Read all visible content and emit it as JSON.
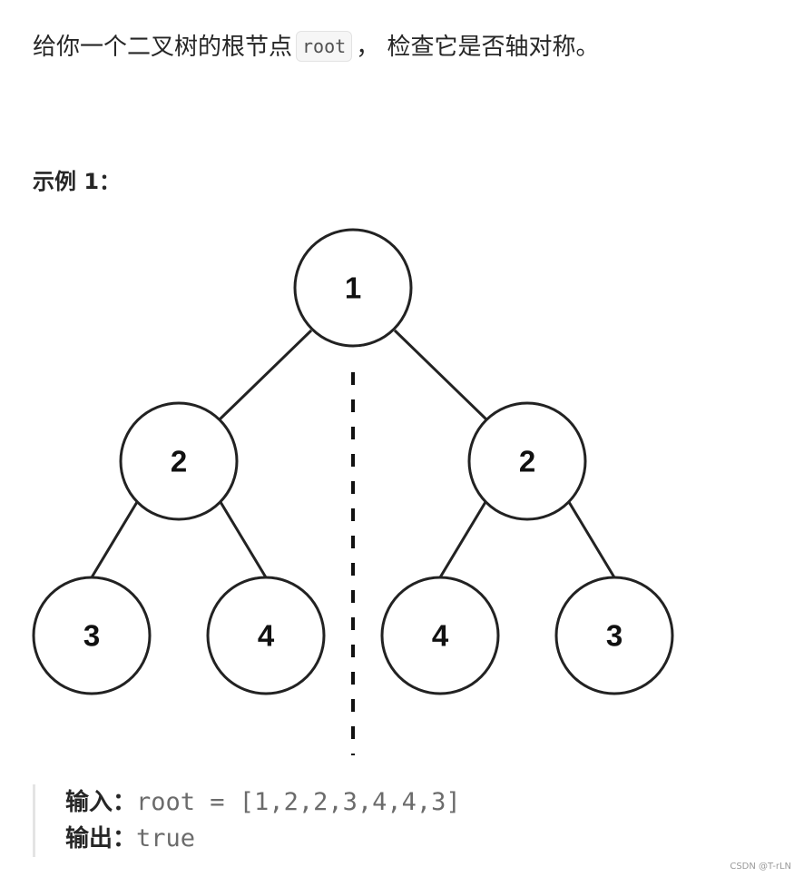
{
  "intro": {
    "prefix": "给你一个二叉树的根节点",
    "code": "root",
    "suffix": "， 检查它是否轴对称。"
  },
  "example": {
    "title": "示例 1：",
    "tree_values": [
      "1",
      "2",
      "2",
      "3",
      "4",
      "4",
      "3"
    ],
    "input_label": "输入：",
    "input_value": "root = [1,2,2,3,4,4,3]",
    "output_label": "输出：",
    "output_value": "true"
  },
  "watermark": "CSDN @T-rLN"
}
